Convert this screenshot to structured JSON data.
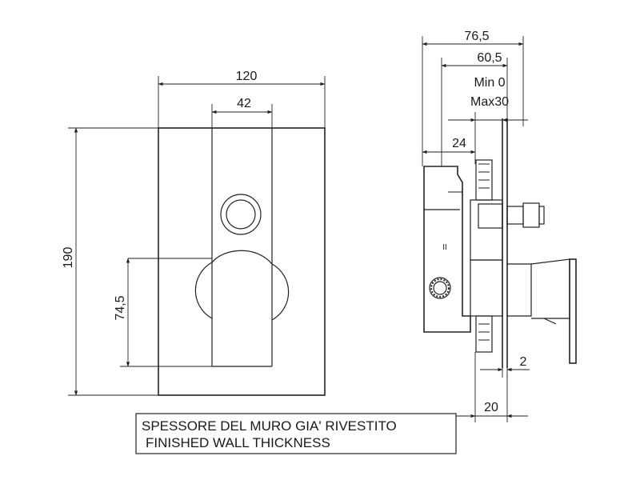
{
  "front_view": {
    "width_total": "120",
    "width_plate": "42",
    "height_total": "190",
    "height_lower": "74,5"
  },
  "side_view": {
    "depth_total": "76,5",
    "depth_body": "60,5",
    "wall_min": "Min 0",
    "wall_max": "Max30",
    "depth_front": "24",
    "plate_thickness": "2",
    "finish_depth": "20",
    "marking": "II"
  },
  "note": {
    "line_it": "SPESSORE DEL MURO GIA' RIVESTITO",
    "line_en": "FINISHED WALL THICKNESS"
  }
}
